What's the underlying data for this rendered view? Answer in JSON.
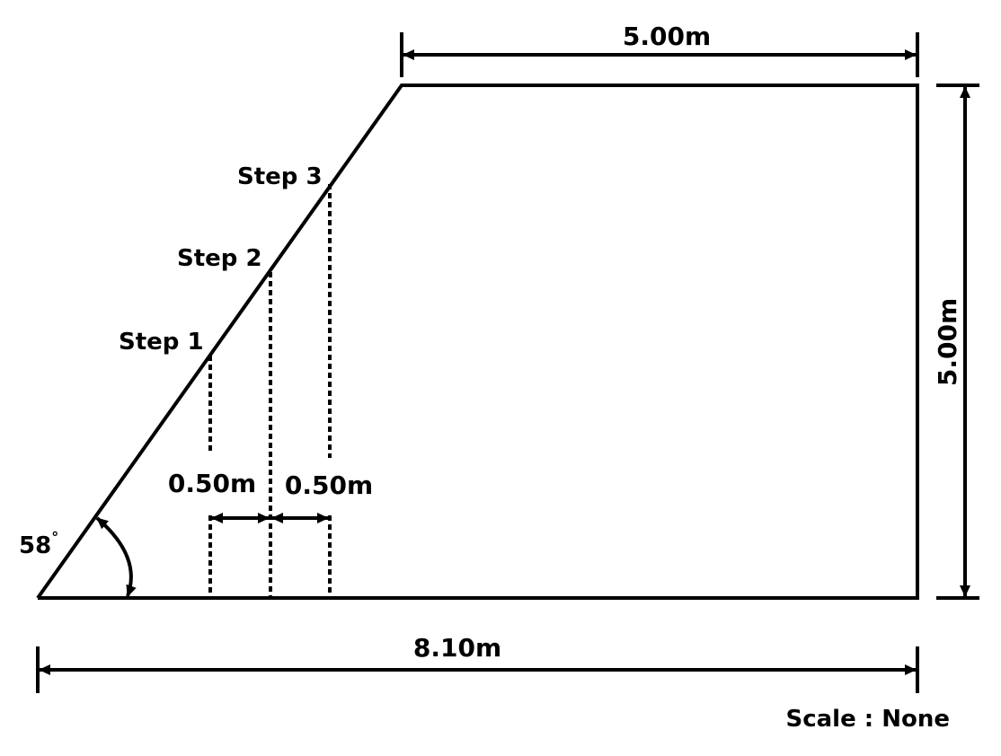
{
  "diagram": {
    "dimensions": {
      "top_width": "5.00m",
      "height": "5.00m",
      "base_width": "8.10m",
      "step_spacing_1": "0.50m",
      "step_spacing_2": "0.50m"
    },
    "angle": {
      "value": "58",
      "unit": "°"
    },
    "steps": [
      "Step 1",
      "Step 2",
      "Step 3"
    ],
    "scale_note": "Scale : None",
    "colors": {
      "line": "#000000",
      "background": "#ffffff"
    }
  }
}
